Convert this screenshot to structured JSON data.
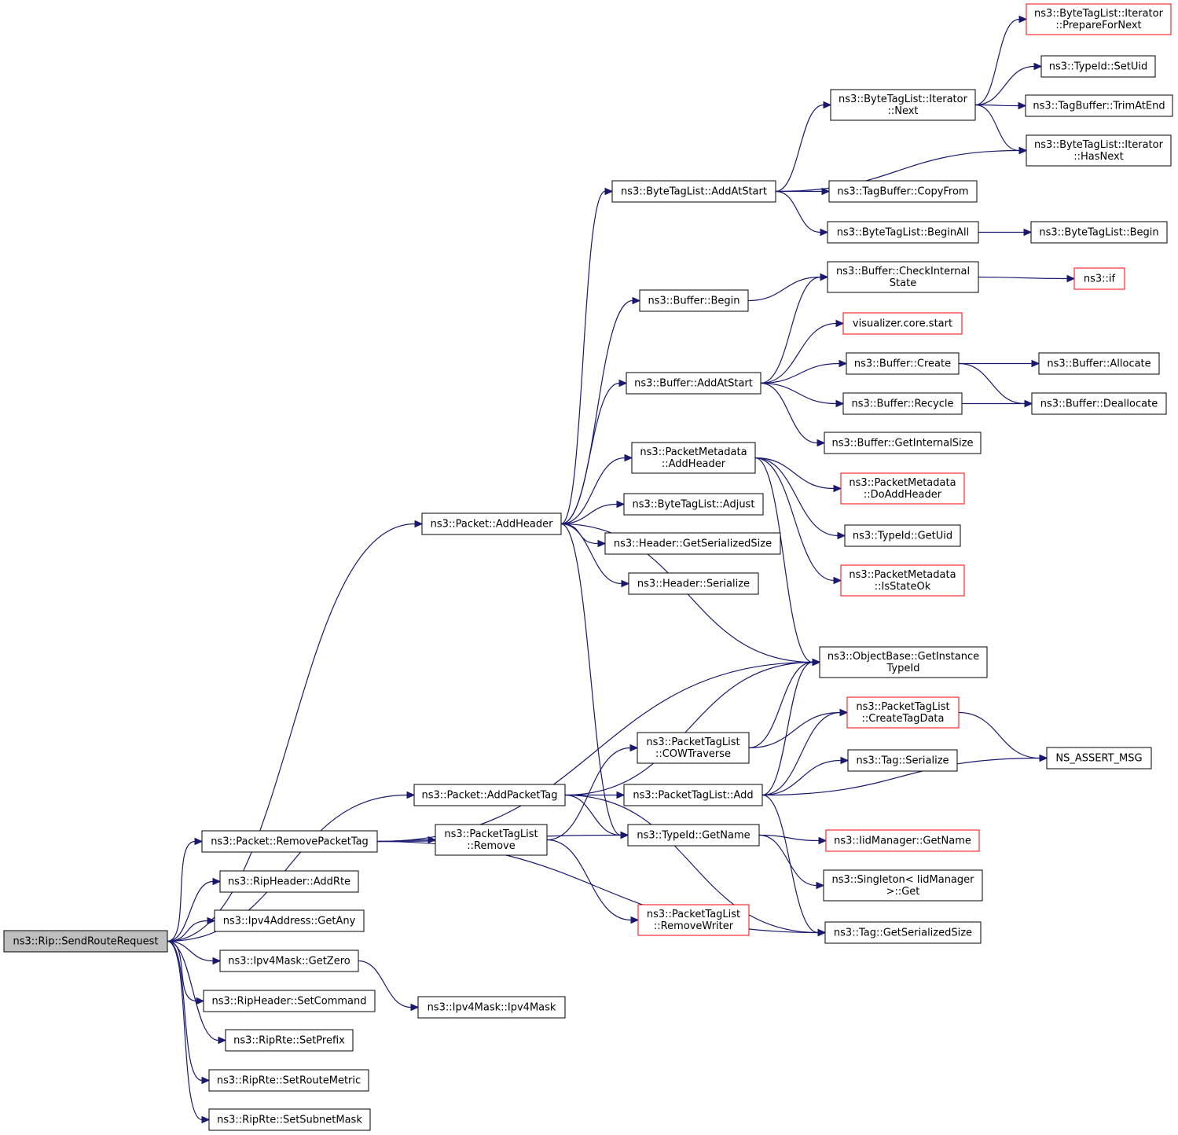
{
  "colors": {
    "edge": "#191970",
    "node_border": "#000000",
    "truncated_border": "#ff0000",
    "root_fill": "#bfbfbf",
    "node_fill": "#ffffff"
  },
  "nodes": [
    {
      "id": "n0",
      "lines": [
        "ns3::Rip::SendRouteRequest"
      ],
      "kind": "root",
      "interactable": true
    },
    {
      "id": "n1",
      "lines": [
        "ns3::Packet::AddHeader"
      ],
      "kind": "normal",
      "interactable": true
    },
    {
      "id": "n2",
      "lines": [
        "ns3::Packet::AddPacketTag"
      ],
      "kind": "normal",
      "interactable": true
    },
    {
      "id": "n3",
      "lines": [
        "ns3::Packet::RemovePacketTag"
      ],
      "kind": "normal",
      "interactable": true
    },
    {
      "id": "n4",
      "lines": [
        "ns3::RipHeader::AddRte"
      ],
      "kind": "normal",
      "interactable": true
    },
    {
      "id": "n5",
      "lines": [
        "ns3::Ipv4Address::GetAny"
      ],
      "kind": "normal",
      "interactable": true
    },
    {
      "id": "n6",
      "lines": [
        "ns3::Ipv4Mask::GetZero"
      ],
      "kind": "normal",
      "interactable": true
    },
    {
      "id": "n7",
      "lines": [
        "ns3::RipHeader::SetCommand"
      ],
      "kind": "normal",
      "interactable": true
    },
    {
      "id": "n8",
      "lines": [
        "ns3::RipRte::SetPrefix"
      ],
      "kind": "normal",
      "interactable": true
    },
    {
      "id": "n9",
      "lines": [
        "ns3::RipRte::SetRouteMetric"
      ],
      "kind": "normal",
      "interactable": true
    },
    {
      "id": "n10",
      "lines": [
        "ns3::RipRte::SetSubnetMask"
      ],
      "kind": "normal",
      "interactable": true
    },
    {
      "id": "n11",
      "lines": [
        "ns3::Ipv4Mask::Ipv4Mask"
      ],
      "kind": "normal",
      "interactable": true
    },
    {
      "id": "n12",
      "lines": [
        "ns3::ByteTagList::AddAtStart"
      ],
      "kind": "normal",
      "interactable": true
    },
    {
      "id": "n13",
      "lines": [
        "ns3::Buffer::Begin"
      ],
      "kind": "normal",
      "interactable": true
    },
    {
      "id": "n14",
      "lines": [
        "ns3::Buffer::AddAtStart"
      ],
      "kind": "normal",
      "interactable": true
    },
    {
      "id": "n15",
      "lines": [
        "ns3::PacketMetadata",
        "::AddHeader"
      ],
      "kind": "normal",
      "interactable": true
    },
    {
      "id": "n16",
      "lines": [
        "ns3::ByteTagList::Adjust"
      ],
      "kind": "normal",
      "interactable": true
    },
    {
      "id": "n17",
      "lines": [
        "ns3::Header::GetSerializedSize"
      ],
      "kind": "normal",
      "interactable": true
    },
    {
      "id": "n18",
      "lines": [
        "ns3::Header::Serialize"
      ],
      "kind": "normal",
      "interactable": true
    },
    {
      "id": "n19",
      "lines": [
        "ns3::PacketTagList",
        "::COWTraverse"
      ],
      "kind": "normal",
      "interactable": true
    },
    {
      "id": "n20",
      "lines": [
        "ns3::PacketTagList::Add"
      ],
      "kind": "normal",
      "interactable": true
    },
    {
      "id": "n21",
      "lines": [
        "ns3::PacketTagList",
        "::Remove"
      ],
      "kind": "normal",
      "interactable": true
    },
    {
      "id": "n22",
      "lines": [
        "ns3::TypeId::GetName"
      ],
      "kind": "normal",
      "interactable": true
    },
    {
      "id": "n23",
      "lines": [
        "ns3::PacketTagList",
        "::RemoveWriter"
      ],
      "kind": "truncated",
      "interactable": true
    },
    {
      "id": "n24",
      "lines": [
        "ns3::ByteTagList::Iterator",
        "::Next"
      ],
      "kind": "normal",
      "interactable": true
    },
    {
      "id": "n25",
      "lines": [
        "ns3::ByteTagList::Iterator",
        "::PrepareForNext"
      ],
      "kind": "truncated",
      "interactable": true
    },
    {
      "id": "n26",
      "lines": [
        "ns3::TypeId::SetUid"
      ],
      "kind": "normal",
      "interactable": true
    },
    {
      "id": "n27",
      "lines": [
        "ns3::TagBuffer::TrimAtEnd"
      ],
      "kind": "normal",
      "interactable": true
    },
    {
      "id": "n28",
      "lines": [
        "ns3::ByteTagList::Iterator",
        "::HasNext"
      ],
      "kind": "normal",
      "interactable": true
    },
    {
      "id": "n29",
      "lines": [
        "ns3::TagBuffer::CopyFrom"
      ],
      "kind": "normal",
      "interactable": true
    },
    {
      "id": "n30",
      "lines": [
        "ns3::ByteTagList::BeginAll"
      ],
      "kind": "normal",
      "interactable": true
    },
    {
      "id": "n31",
      "lines": [
        "ns3::ByteTagList::Begin"
      ],
      "kind": "normal",
      "interactable": true
    },
    {
      "id": "n32",
      "lines": [
        "ns3::Buffer::CheckInternal",
        "State"
      ],
      "kind": "normal",
      "interactable": true
    },
    {
      "id": "n33",
      "lines": [
        "ns3::if"
      ],
      "kind": "truncated",
      "interactable": true
    },
    {
      "id": "n34",
      "lines": [
        "visualizer.core.start"
      ],
      "kind": "truncated",
      "interactable": true
    },
    {
      "id": "n35",
      "lines": [
        "ns3::Buffer::Create"
      ],
      "kind": "normal",
      "interactable": true
    },
    {
      "id": "n36",
      "lines": [
        "ns3::Buffer::Allocate"
      ],
      "kind": "normal",
      "interactable": true
    },
    {
      "id": "n37",
      "lines": [
        "ns3::Buffer::Recycle"
      ],
      "kind": "normal",
      "interactable": true
    },
    {
      "id": "n38",
      "lines": [
        "ns3::Buffer::Deallocate"
      ],
      "kind": "normal",
      "interactable": true
    },
    {
      "id": "n39",
      "lines": [
        "ns3::Buffer::GetInternalSize"
      ],
      "kind": "normal",
      "interactable": true
    },
    {
      "id": "n40",
      "lines": [
        "ns3::PacketMetadata",
        "::DoAddHeader"
      ],
      "kind": "truncated",
      "interactable": true
    },
    {
      "id": "n41",
      "lines": [
        "ns3::TypeId::GetUid"
      ],
      "kind": "normal",
      "interactable": true
    },
    {
      "id": "n42",
      "lines": [
        "ns3::PacketMetadata",
        "::IsStateOk"
      ],
      "kind": "truncated",
      "interactable": true
    },
    {
      "id": "n43",
      "lines": [
        "ns3::ObjectBase::GetInstance",
        "TypeId"
      ],
      "kind": "normal",
      "interactable": true
    },
    {
      "id": "n44",
      "lines": [
        "ns3::PacketTagList",
        "::CreateTagData"
      ],
      "kind": "truncated",
      "interactable": true
    },
    {
      "id": "n45",
      "lines": [
        "ns3::Tag::Serialize"
      ],
      "kind": "normal",
      "interactable": true
    },
    {
      "id": "n46",
      "lines": [
        "NS_ASSERT_MSG"
      ],
      "kind": "normal",
      "interactable": true
    },
    {
      "id": "n47",
      "lines": [
        "ns3::IidManager::GetName"
      ],
      "kind": "truncated",
      "interactable": true
    },
    {
      "id": "n48",
      "lines": [
        "ns3::Singleton< IidManager",
        ">::Get"
      ],
      "kind": "normal",
      "interactable": true
    },
    {
      "id": "n49",
      "lines": [
        "ns3::Tag::GetSerializedSize"
      ],
      "kind": "normal",
      "interactable": true
    }
  ],
  "edges": [
    [
      "n0",
      "n1"
    ],
    [
      "n0",
      "n2"
    ],
    [
      "n0",
      "n3"
    ],
    [
      "n0",
      "n4"
    ],
    [
      "n0",
      "n5"
    ],
    [
      "n0",
      "n6"
    ],
    [
      "n0",
      "n7"
    ],
    [
      "n0",
      "n8"
    ],
    [
      "n0",
      "n9"
    ],
    [
      "n0",
      "n10"
    ],
    [
      "n6",
      "n11"
    ],
    [
      "n1",
      "n12"
    ],
    [
      "n1",
      "n13"
    ],
    [
      "n1",
      "n14"
    ],
    [
      "n1",
      "n15"
    ],
    [
      "n1",
      "n16"
    ],
    [
      "n1",
      "n17"
    ],
    [
      "n1",
      "n18"
    ],
    [
      "n1",
      "n43"
    ],
    [
      "n1",
      "n22"
    ],
    [
      "n2",
      "n43"
    ],
    [
      "n2",
      "n20"
    ],
    [
      "n2",
      "n22"
    ],
    [
      "n2",
      "n49"
    ],
    [
      "n3",
      "n43"
    ],
    [
      "n3",
      "n21"
    ],
    [
      "n3",
      "n22"
    ],
    [
      "n3",
      "n49"
    ],
    [
      "n12",
      "n24"
    ],
    [
      "n12",
      "n28"
    ],
    [
      "n12",
      "n29"
    ],
    [
      "n12",
      "n30"
    ],
    [
      "n24",
      "n25"
    ],
    [
      "n24",
      "n26"
    ],
    [
      "n24",
      "n27"
    ],
    [
      "n24",
      "n28"
    ],
    [
      "n30",
      "n31"
    ],
    [
      "n13",
      "n32"
    ],
    [
      "n14",
      "n32"
    ],
    [
      "n14",
      "n34"
    ],
    [
      "n14",
      "n35"
    ],
    [
      "n14",
      "n37"
    ],
    [
      "n14",
      "n39"
    ],
    [
      "n32",
      "n33"
    ],
    [
      "n35",
      "n36"
    ],
    [
      "n35",
      "n38"
    ],
    [
      "n37",
      "n38"
    ],
    [
      "n15",
      "n40"
    ],
    [
      "n15",
      "n41"
    ],
    [
      "n15",
      "n42"
    ],
    [
      "n15",
      "n43"
    ],
    [
      "n19",
      "n43"
    ],
    [
      "n19",
      "n44"
    ],
    [
      "n20",
      "n43"
    ],
    [
      "n20",
      "n44"
    ],
    [
      "n20",
      "n45"
    ],
    [
      "n20",
      "n46"
    ],
    [
      "n20",
      "n49"
    ],
    [
      "n21",
      "n19"
    ],
    [
      "n21",
      "n23"
    ],
    [
      "n22",
      "n47"
    ],
    [
      "n22",
      "n48"
    ],
    [
      "n44",
      "n46"
    ]
  ]
}
